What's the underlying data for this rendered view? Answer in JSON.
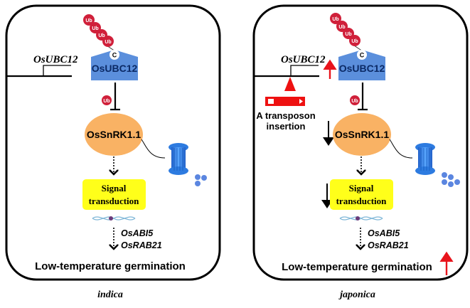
{
  "panels": [
    {
      "caption": "indica",
      "gene_label": "OsUBC12",
      "protein_label": "OsUBC12",
      "cys_label": "C",
      "ub_label": "Ub",
      "kinase_label": "OsSnRK1.1",
      "signal_line1": "Signal",
      "signal_line2": "transduction",
      "targets": [
        "OsABI5",
        "OsRAB21"
      ],
      "outcome": "Low-temperature germination"
    },
    {
      "caption": "japonica",
      "gene_label": "OsUBC12",
      "protein_label": "OsUBC12",
      "cys_label": "C",
      "ub_label": "Ub",
      "kinase_label": "OsSnRK1.1",
      "signal_line1": "Signal",
      "signal_line2": "transduction",
      "targets": [
        "OsABI5",
        "OsRAB21"
      ],
      "outcome": "Low-temperature germination",
      "transposon_line1": "A transposon",
      "transposon_line2": "insertion"
    }
  ],
  "colors": {
    "ubiquitin": "#d0203a",
    "e2_enzyme": "#5b8fdc",
    "e2_text": "#0b2a66",
    "kinase": "#f9b264",
    "signal_box": "#ffff1a",
    "proteasome": "#2d7be0",
    "peptide": "#5b86e0",
    "up_arrow": "#e8141c",
    "transposon": "#ee1111"
  }
}
